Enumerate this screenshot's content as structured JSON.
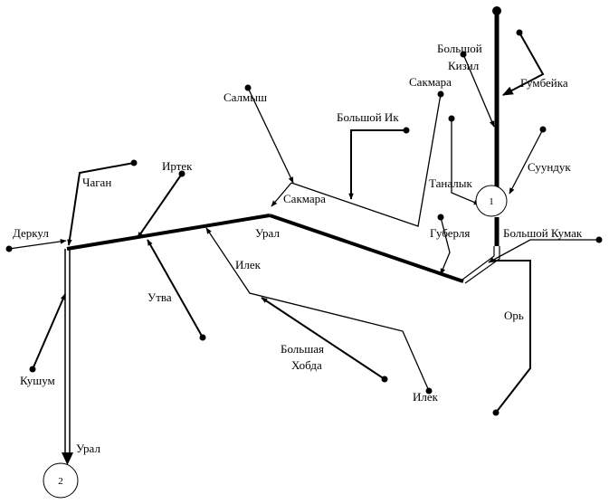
{
  "diagram": {
    "stroke_color": "#000000",
    "background": "#ffffff",
    "nodes": {
      "node1": "1",
      "node2": "2"
    },
    "labels": {
      "bolshoy_kizil_1": "Большой",
      "bolshoy_kizil_2": "Кизил",
      "gumbeyka": "Гумбейка",
      "sakmara_upper": "Сакмара",
      "salmysh": "Салмыш",
      "bolshoy_ik": "Большой Ик",
      "suunduk": "Суундук",
      "irtek": "Иртек",
      "chagan": "Чаган",
      "tanalyk": "Таналык",
      "sakmara_lower": "Сакмара",
      "guberlya": "Губерля",
      "bolshoy_kumak": "Большой Кумак",
      "derkul": "Деркул",
      "ural_mid": "Урал",
      "ilek_upper": "Илек",
      "utva": "Утва",
      "or": "Орь",
      "bolshaya_khobda_1": "Большая",
      "bolshaya_khobda_2": "Хобда",
      "kushum": "Кушум",
      "ilek_lower": "Илек",
      "ural_bottom": "Урал"
    }
  }
}
